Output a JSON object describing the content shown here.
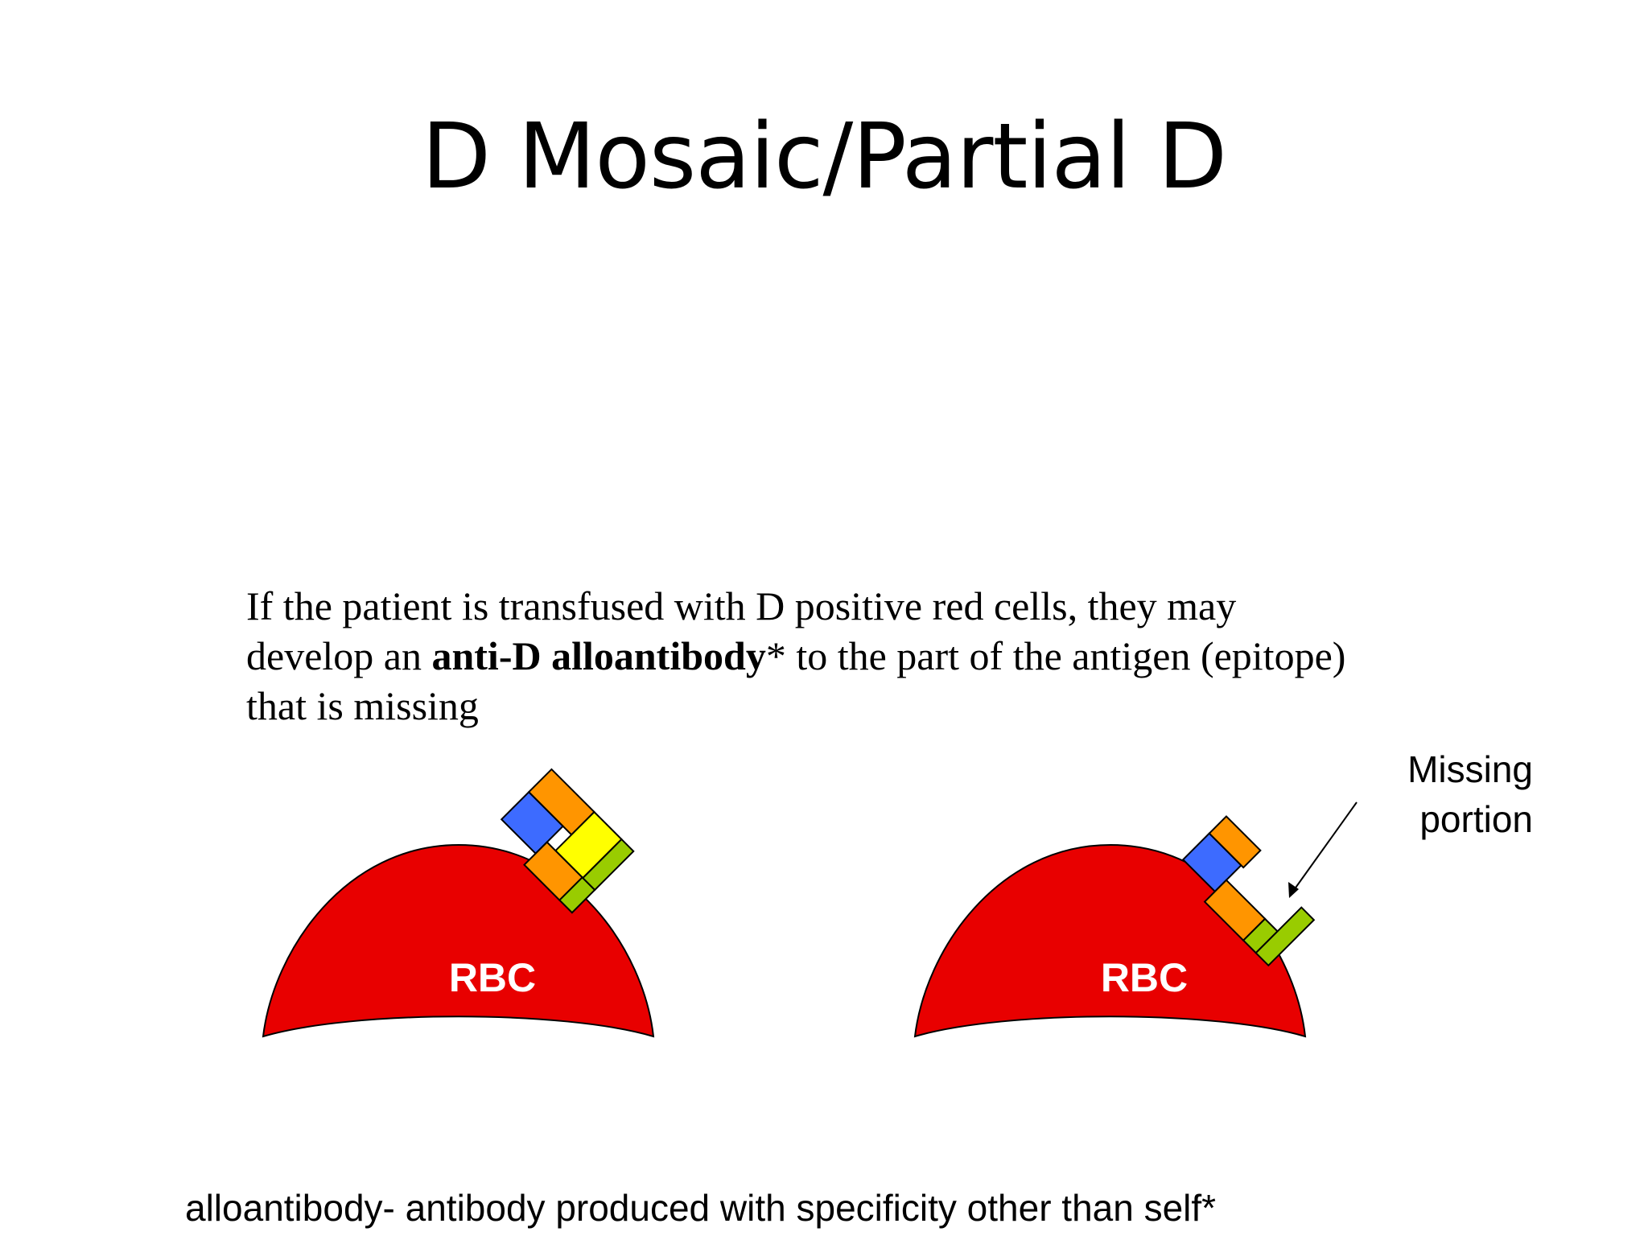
{
  "slide": {
    "title": "D Mosaic/Partial D",
    "body": {
      "part1": "If the patient is transfused with D positive red cells, they may develop an ",
      "bold": "anti-D alloantibody",
      "part2": "* to the part of the antigen (epitope) that is missing"
    },
    "footnote": "alloantibody- antibody produced with specificity other than self*"
  },
  "diagram": {
    "left_cell_label": "RBC",
    "right_cell_label": "RBC",
    "missing_label_line1": "Missing",
    "missing_label_line2": "portion"
  },
  "colors": {
    "rbc_fill": "#e80000",
    "epitope_blue": "#3d6bff",
    "epitope_orange": "#ff9500",
    "epitope_yellow": "#ffff00",
    "epitope_green": "#99cc00",
    "outline": "#000000"
  }
}
